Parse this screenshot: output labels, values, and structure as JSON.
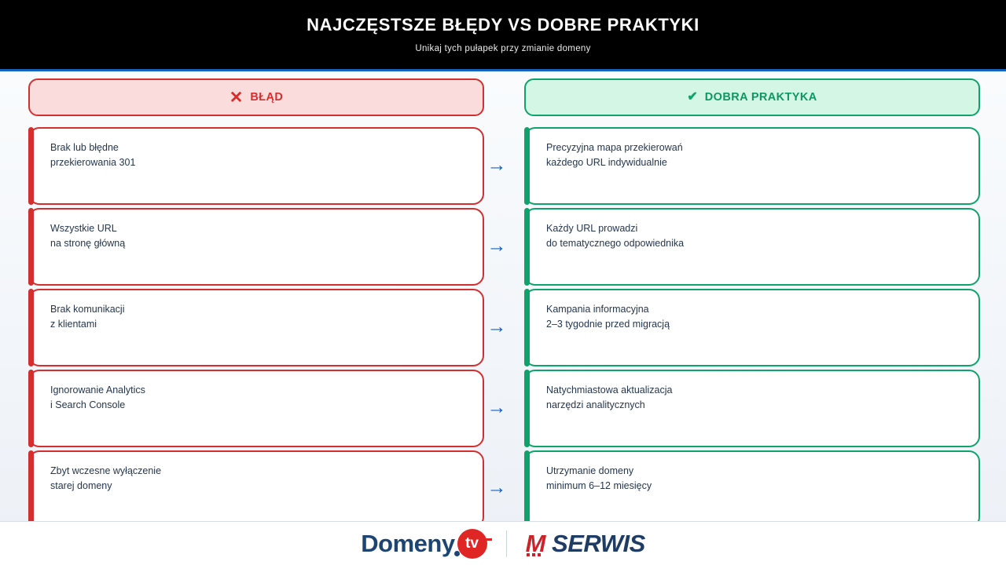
{
  "header": {
    "title": "NAJCZĘSTSZE BŁĘDY VS DOBRE PRAKTYKI",
    "subtitle": "Unikaj tych pułapek przy zmianie domeny"
  },
  "columns": {
    "bad": {
      "label": "BŁĄD",
      "icon_glyph": "✕"
    },
    "good": {
      "label": "DOBRA PRAKTYKA",
      "icon_glyph": "✔"
    }
  },
  "arrow_glyph": "→",
  "rows": [
    {
      "bad": {
        "line1": "Brak lub błędne",
        "line2": "przekierowania 301"
      },
      "good": {
        "line1": "Precyzyjna mapa przekierowań",
        "line2": "każdego URL indywidualnie"
      }
    },
    {
      "bad": {
        "line1": "Wszystkie URL",
        "line2": "na stronę główną"
      },
      "good": {
        "line1": "Każdy URL prowadzi",
        "line2": "do tematycznego odpowiednika"
      }
    },
    {
      "bad": {
        "line1": "Brak komunikacji",
        "line2": "z klientami"
      },
      "good": {
        "line1": "Kampania informacyjna",
        "line2": "2–3 tygodnie przed migracją"
      }
    },
    {
      "bad": {
        "line1": "Ignorowanie Analytics",
        "line2": "i Search Console"
      },
      "good": {
        "line1": "Natychmiastowa aktualizacja",
        "line2": "narzędzi analitycznych"
      }
    },
    {
      "bad": {
        "line1": "Zbyt wczesne wyłączenie",
        "line2": "starej domeny"
      },
      "good": {
        "line1": "Utrzymanie domeny",
        "line2": "minimum 6–12 miesięcy"
      }
    }
  ],
  "footer": {
    "logo_domeny_word": "Domeny",
    "logo_domeny_badge": "tv",
    "logo_mserwis_m": "M",
    "logo_mserwis_rest": "SERWIS"
  },
  "colors": {
    "error_red": "#d32f2f",
    "error_bg": "#fbdcdc",
    "good_green": "#0fa26b",
    "good_bg": "#d4f6e4",
    "arrow_blue": "#1461c4",
    "header_underline_blue": "#1565c0",
    "body_text_navy": "#25364f",
    "logo_navy": "#1d4573",
    "logo_red": "#e02525"
  }
}
